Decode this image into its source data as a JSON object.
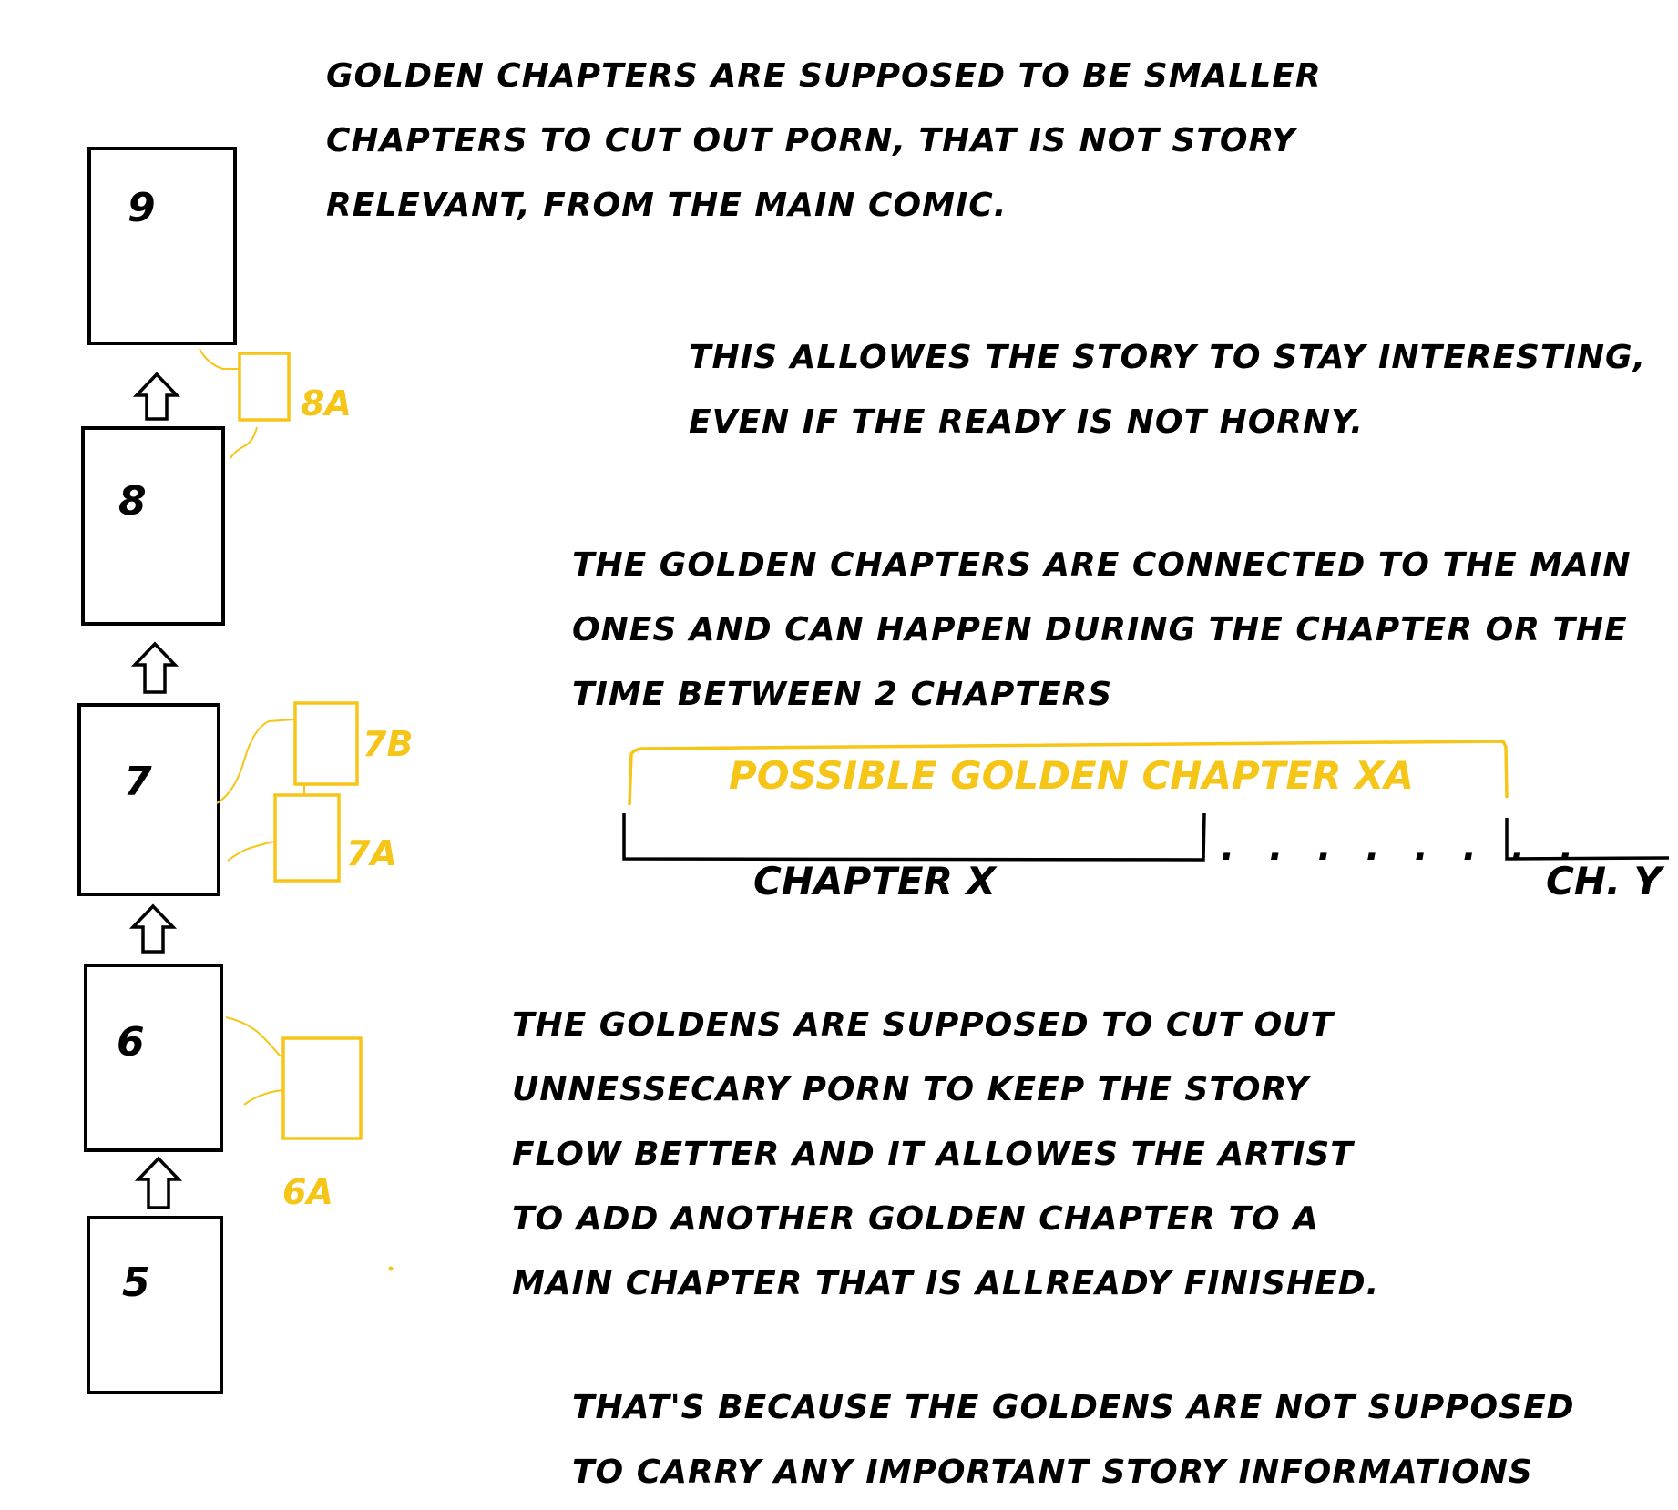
{
  "colors": {
    "ink": "#000000",
    "gold": "#F5C518",
    "background": "#FFFFFF"
  },
  "main_chapters": [
    {
      "label": "9"
    },
    {
      "label": "8"
    },
    {
      "label": "7"
    },
    {
      "label": "6"
    },
    {
      "label": "5"
    }
  ],
  "golden_chapters": [
    {
      "label": "8A"
    },
    {
      "label": "7B"
    },
    {
      "label": "7A"
    },
    {
      "label": "6A"
    }
  ],
  "paragraphs": {
    "intro": [
      "Golden Chapters are supposed to be smaller",
      "chapters to cut out porn, that is not story",
      "relevant, from the main comic."
    ],
    "interest": [
      "This allowes the story to stay interesting,",
      "even if the ready is not horny."
    ],
    "connection": [
      "The golden chapters are connected to the main",
      "ones and can happen during the chapter or the",
      "time between 2 chapters"
    ],
    "flow": [
      "The goldens are supposed to cut out",
      "unnessecary porn to keep the story",
      "flow better AND it allowes the artist",
      "to add another golden chapter to a",
      "main chapter that is allready finished."
    ],
    "reason": [
      "That's because the goldens are not supposed",
      "to carry any important story informations"
    ]
  },
  "timeline": {
    "golden_label": "possible Golden chapter XA",
    "chapter_x_label": "chapter X",
    "chapter_y_label": "Ch. Y",
    "gap_dots": ". . . . . . . ."
  }
}
